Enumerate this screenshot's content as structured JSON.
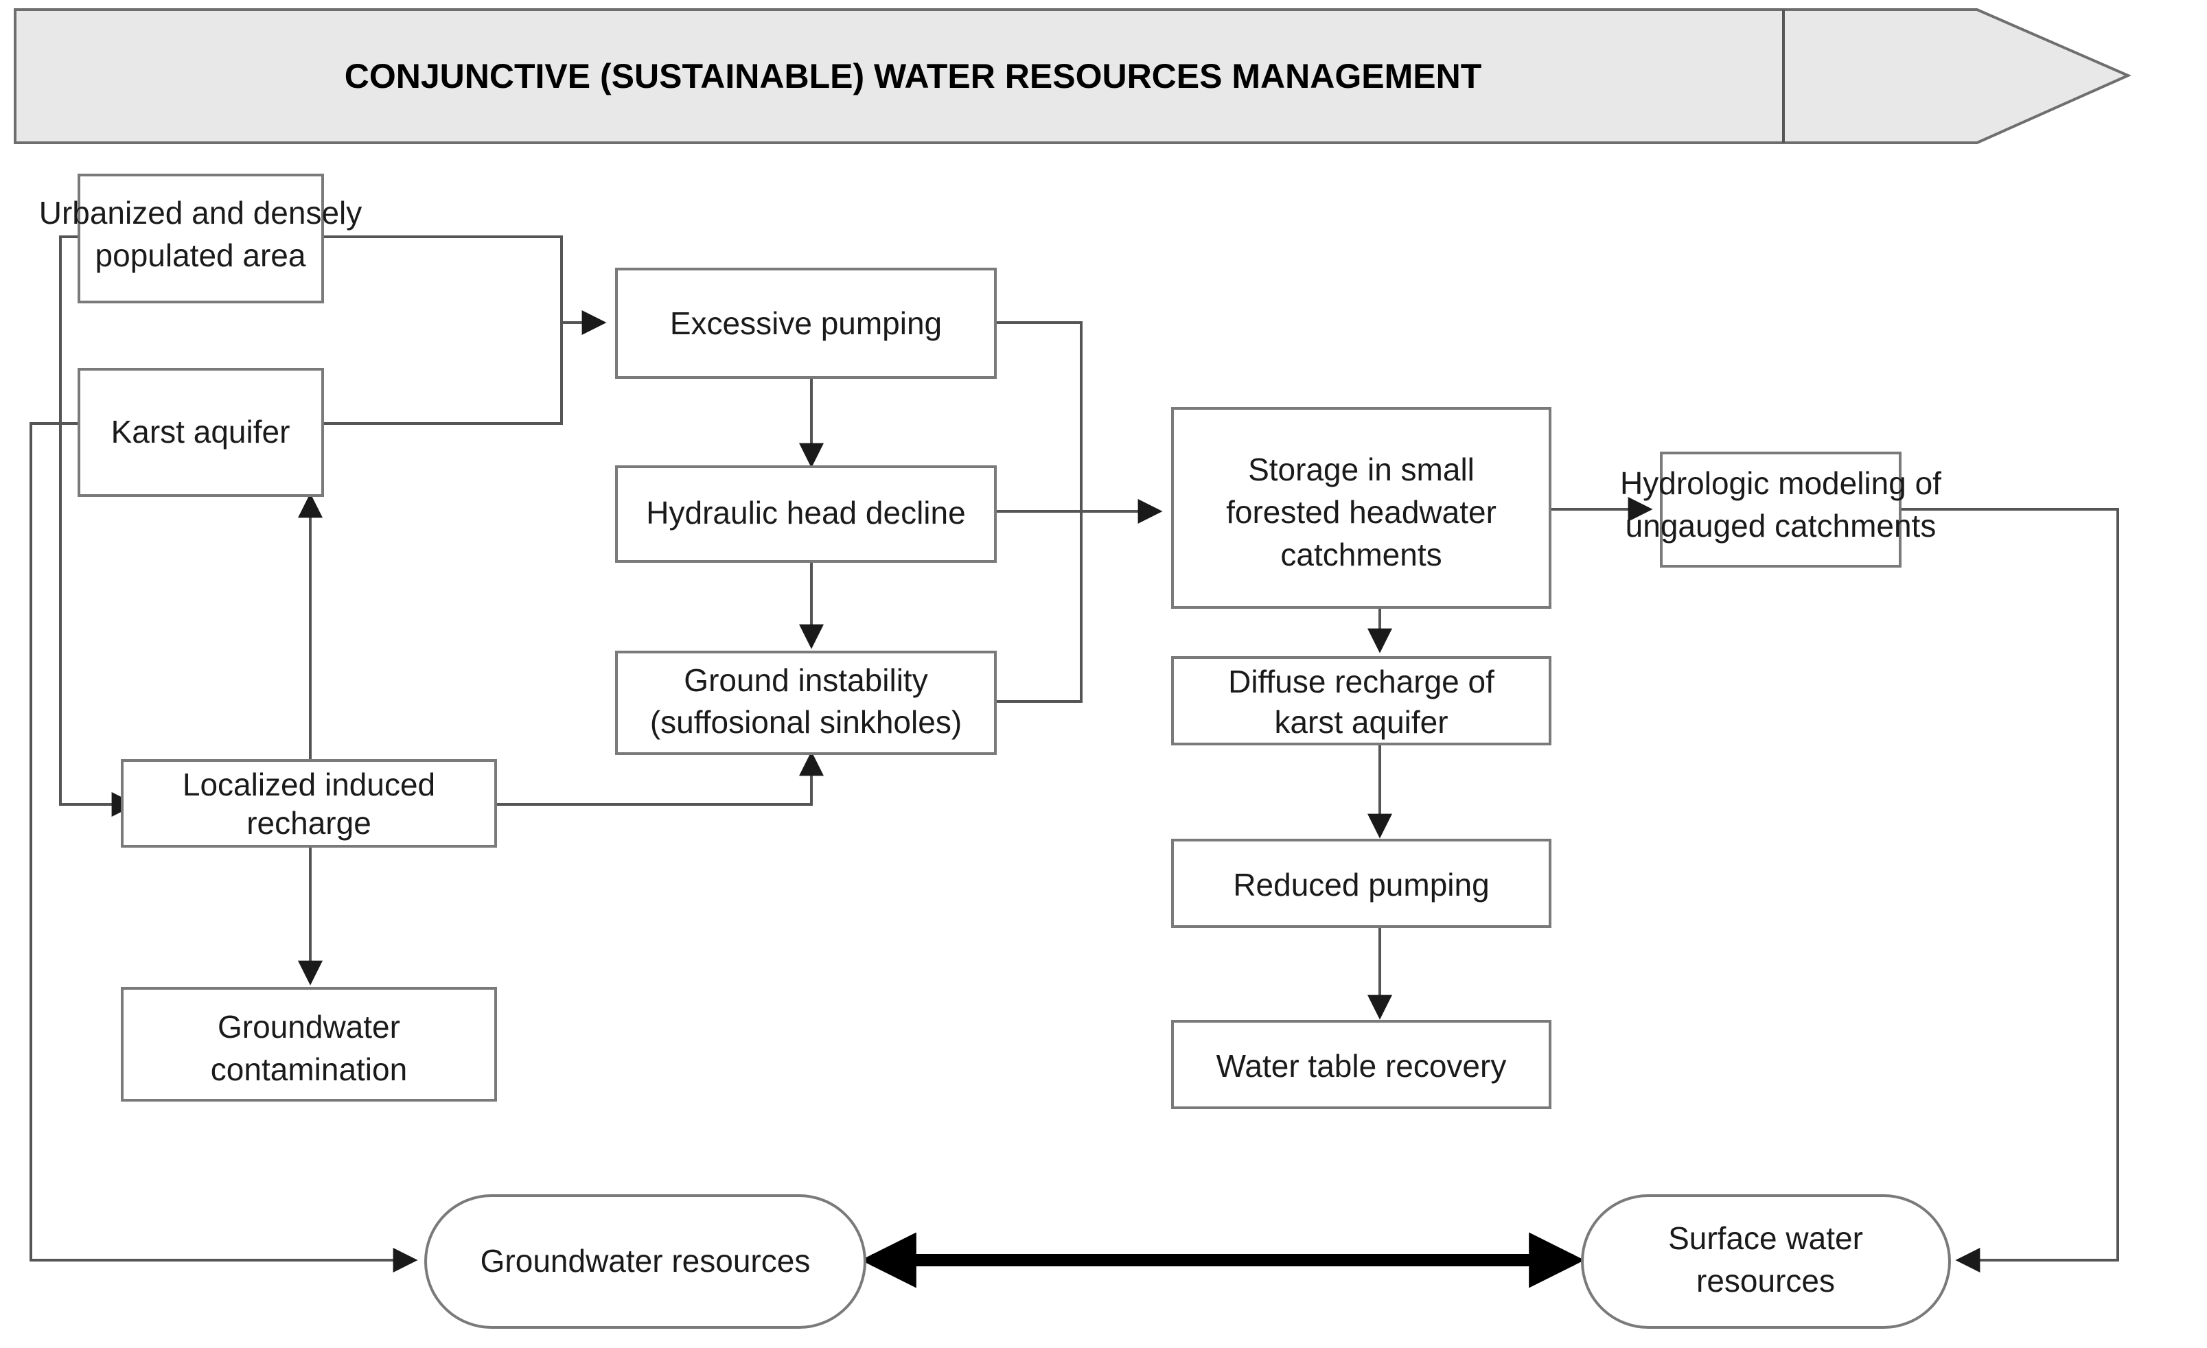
{
  "banner": {
    "title": "CONJUNCTIVE (SUSTAINABLE) WATER RESOURCES MANAGEMENT",
    "shape": "pentagon-arrow",
    "fill": "#e8e8e8",
    "stroke": "#6e6e6e"
  },
  "colors": {
    "box_fill": "#ffffff",
    "box_stroke": "#7a7a7a",
    "edge": "#555555",
    "thick_edge": "#000000",
    "text": "#1a1a1a"
  },
  "nodes": {
    "urbanized": {
      "lines": [
        "Urbanized and densely",
        "populated area"
      ],
      "shape": "rect"
    },
    "karst_aquifer": {
      "lines": [
        "Karst aquifer"
      ],
      "shape": "rect"
    },
    "localized_recharge": {
      "lines": [
        "Localized induced",
        "recharge"
      ],
      "shape": "rect"
    },
    "groundwater_contamination": {
      "lines": [
        "Groundwater",
        "contamination"
      ],
      "shape": "rect"
    },
    "excessive_pumping": {
      "lines": [
        "Excessive pumping"
      ],
      "shape": "rect"
    },
    "hydraulic_head_decline": {
      "lines": [
        "Hydraulic head decline"
      ],
      "shape": "rect"
    },
    "ground_instability": {
      "lines": [
        "Ground instability",
        "(suffosional sinkholes)"
      ],
      "shape": "rect"
    },
    "storage_headwater": {
      "lines": [
        "Storage in small",
        "forested headwater",
        "catchments"
      ],
      "shape": "rect"
    },
    "diffuse_recharge": {
      "lines": [
        "Diffuse recharge of",
        "karst aquifer"
      ],
      "shape": "rect"
    },
    "reduced_pumping": {
      "lines": [
        "Reduced pumping"
      ],
      "shape": "rect"
    },
    "water_table_recovery": {
      "lines": [
        "Water table recovery"
      ],
      "shape": "rect"
    },
    "hydrologic_modeling": {
      "lines": [
        "Hydrologic modeling of",
        "ungauged catchments"
      ],
      "shape": "rect"
    },
    "groundwater_resources": {
      "lines": [
        "Groundwater resources"
      ],
      "shape": "stadium"
    },
    "surface_water_resources": {
      "lines": [
        "Surface water",
        "resources"
      ],
      "shape": "stadium"
    }
  },
  "edges": [
    {
      "from": "urbanized",
      "to": "excessive_pumping",
      "style": "orthogonal-arrow"
    },
    {
      "from": "karst_aquifer",
      "to": "excessive_pumping",
      "style": "orthogonal-arrow"
    },
    {
      "from": "urbanized",
      "to": "localized_recharge",
      "style": "orthogonal-arrow"
    },
    {
      "from": "karst_aquifer",
      "to": "groundwater_resources",
      "style": "orthogonal-arrow"
    },
    {
      "from": "localized_recharge",
      "to": "karst_aquifer",
      "style": "straight-arrow-up"
    },
    {
      "from": "localized_recharge",
      "to": "groundwater_contamination",
      "style": "straight-arrow-down"
    },
    {
      "from": "localized_recharge",
      "to": "ground_instability",
      "style": "orthogonal-arrow-up"
    },
    {
      "from": "excessive_pumping",
      "to": "hydraulic_head_decline",
      "style": "straight-arrow-down"
    },
    {
      "from": "hydraulic_head_decline",
      "to": "ground_instability",
      "style": "straight-arrow-down"
    },
    {
      "from": "excessive_pumping",
      "to": "storage_headwater",
      "style": "orthogonal-arrow"
    },
    {
      "from": "hydraulic_head_decline",
      "to": "storage_headwater",
      "style": "straight-arrow"
    },
    {
      "from": "ground_instability",
      "to": "storage_headwater",
      "style": "orthogonal-arrow"
    },
    {
      "from": "storage_headwater",
      "to": "hydrologic_modeling",
      "style": "straight-arrow"
    },
    {
      "from": "storage_headwater",
      "to": "diffuse_recharge",
      "style": "straight-arrow-down"
    },
    {
      "from": "diffuse_recharge",
      "to": "reduced_pumping",
      "style": "straight-arrow-down"
    },
    {
      "from": "reduced_pumping",
      "to": "water_table_recovery",
      "style": "straight-arrow-down"
    },
    {
      "from": "hydrologic_modeling",
      "to": "surface_water_resources",
      "style": "orthogonal-arrow"
    },
    {
      "from": "groundwater_resources",
      "to": "surface_water_resources",
      "style": "thick-bidirectional"
    }
  ]
}
